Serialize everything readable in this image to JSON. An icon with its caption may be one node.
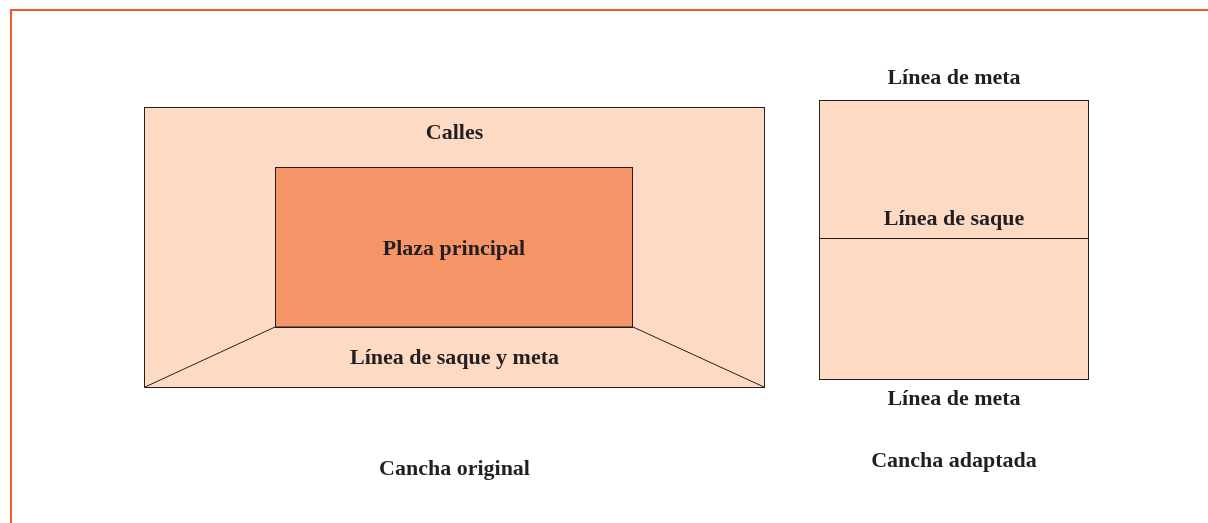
{
  "diagram": {
    "nodes": [
      {
        "text": [
          "Calles"
        ],
        "beside": [
          "Cancha original"
        ]
      },
      {
        "text": [
          "Plaza principal"
        ],
        "in": 0
      },
      {
        "text": [
          "Línea de saque y meta"
        ],
        "in": 0
      },
      {
        "text": [
          "Línea de meta",
          "Línea de saque",
          "Línea de meta"
        ],
        "beside": [
          "Cancha adaptada"
        ]
      }
    ]
  }
}
